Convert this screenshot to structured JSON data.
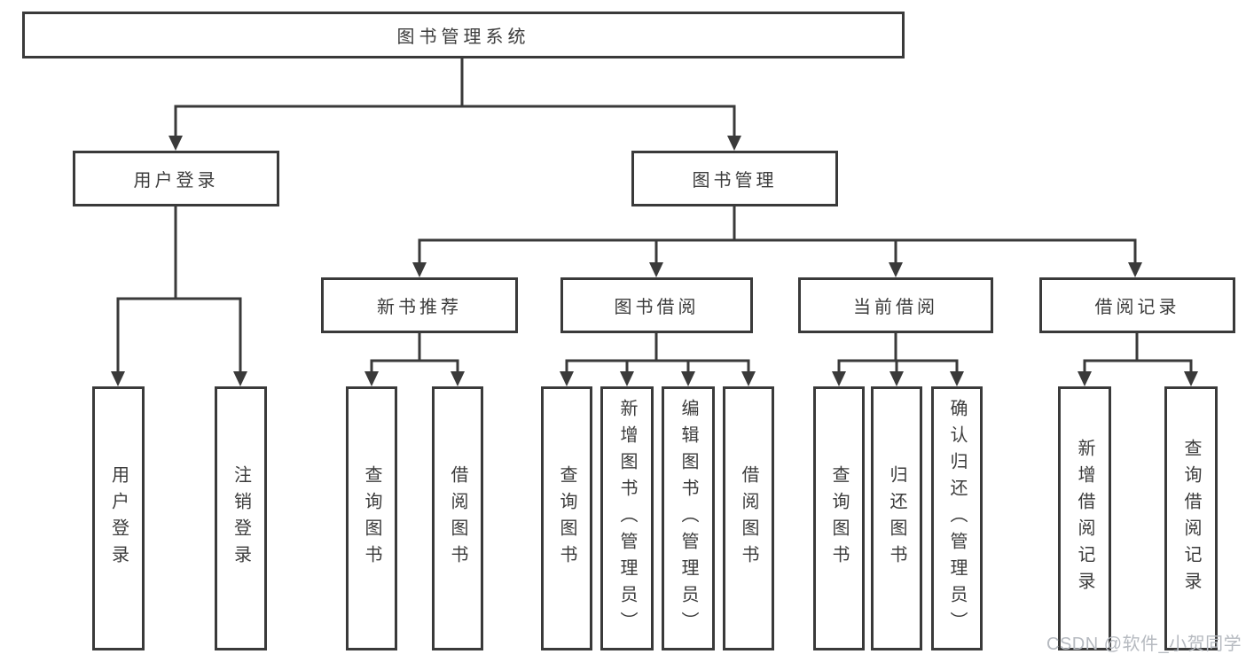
{
  "tree": {
    "label": "图书管理系统",
    "children": [
      {
        "label": "用户登录",
        "children": [
          {
            "label": "用户登录"
          },
          {
            "label": "注销登录"
          }
        ]
      },
      {
        "label": "图书管理",
        "children": [
          {
            "label": "新书推荐",
            "children": [
              {
                "label": "查询图书"
              },
              {
                "label": "借阅图书"
              }
            ]
          },
          {
            "label": "图书借阅",
            "children": [
              {
                "label": "查询图书"
              },
              {
                "label": "新增图书（管理员）"
              },
              {
                "label": "编辑图书（管理员）"
              },
              {
                "label": "借阅图书"
              }
            ]
          },
          {
            "label": "当前借阅",
            "children": [
              {
                "label": "查询图书"
              },
              {
                "label": "归还图书"
              },
              {
                "label": "确认归还（管理员）"
              }
            ]
          },
          {
            "label": "借阅记录",
            "children": [
              {
                "label": "新增借阅记录"
              },
              {
                "label": "查询借阅记录"
              }
            ]
          }
        ]
      }
    ]
  },
  "watermark": {
    "text": "CSDN @软件_小贺同学",
    "color": "#b6bac0"
  },
  "colors": {
    "line": "#3a3a3a",
    "text": "#3c3c3c",
    "background": "#ffffff"
  }
}
